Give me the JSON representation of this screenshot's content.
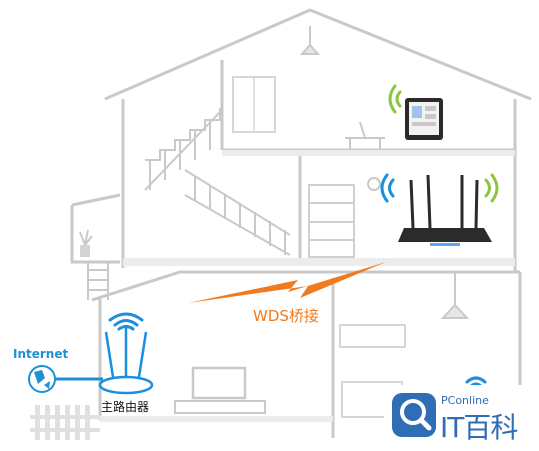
{
  "labels": {
    "internet": "Internet",
    "main_router": "主路由器",
    "link": "WDS桥接"
  },
  "badge": {
    "brand_small": "PConline",
    "brand_large": "IT百科"
  },
  "colors": {
    "outline": "#c9c9c9",
    "floor": "#ececec",
    "signal_green": "#8cc63f",
    "signal_blue": "#1a8fe0",
    "link_orange": "#f07a1e",
    "brand_blue": "#2f6db5",
    "router_body": "#2b2b2b"
  },
  "icons": {
    "internet": "globe-icon",
    "link": "lightning-bolt-icon",
    "badge": "magnifier-logo-icon"
  }
}
